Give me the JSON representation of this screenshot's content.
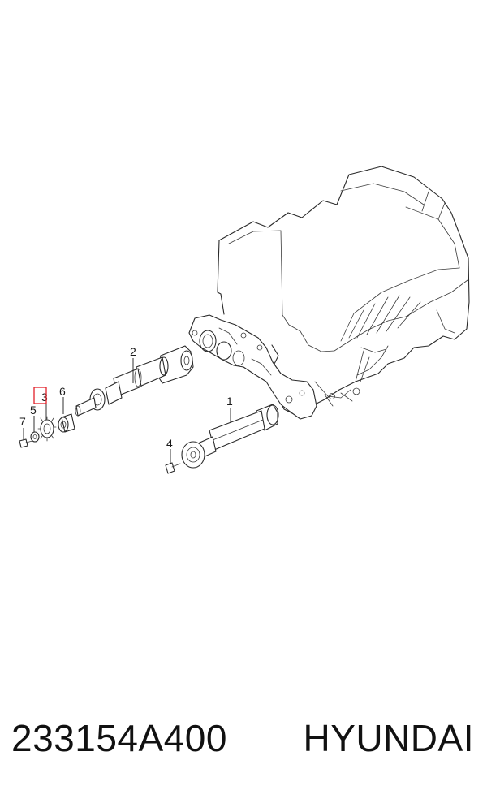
{
  "diagram": {
    "callouts": [
      {
        "id": "1",
        "label": "1"
      },
      {
        "id": "2",
        "label": "2"
      },
      {
        "id": "3",
        "label": "3"
      },
      {
        "id": "4",
        "label": "4"
      },
      {
        "id": "5",
        "label": "5"
      },
      {
        "id": "6",
        "label": "6"
      },
      {
        "id": "7",
        "label": "7"
      }
    ],
    "highlighted_callout": "3",
    "highlight_color": "#e2202a"
  },
  "footer": {
    "part_number": "233154A400",
    "brand": "HYUNDAI"
  }
}
